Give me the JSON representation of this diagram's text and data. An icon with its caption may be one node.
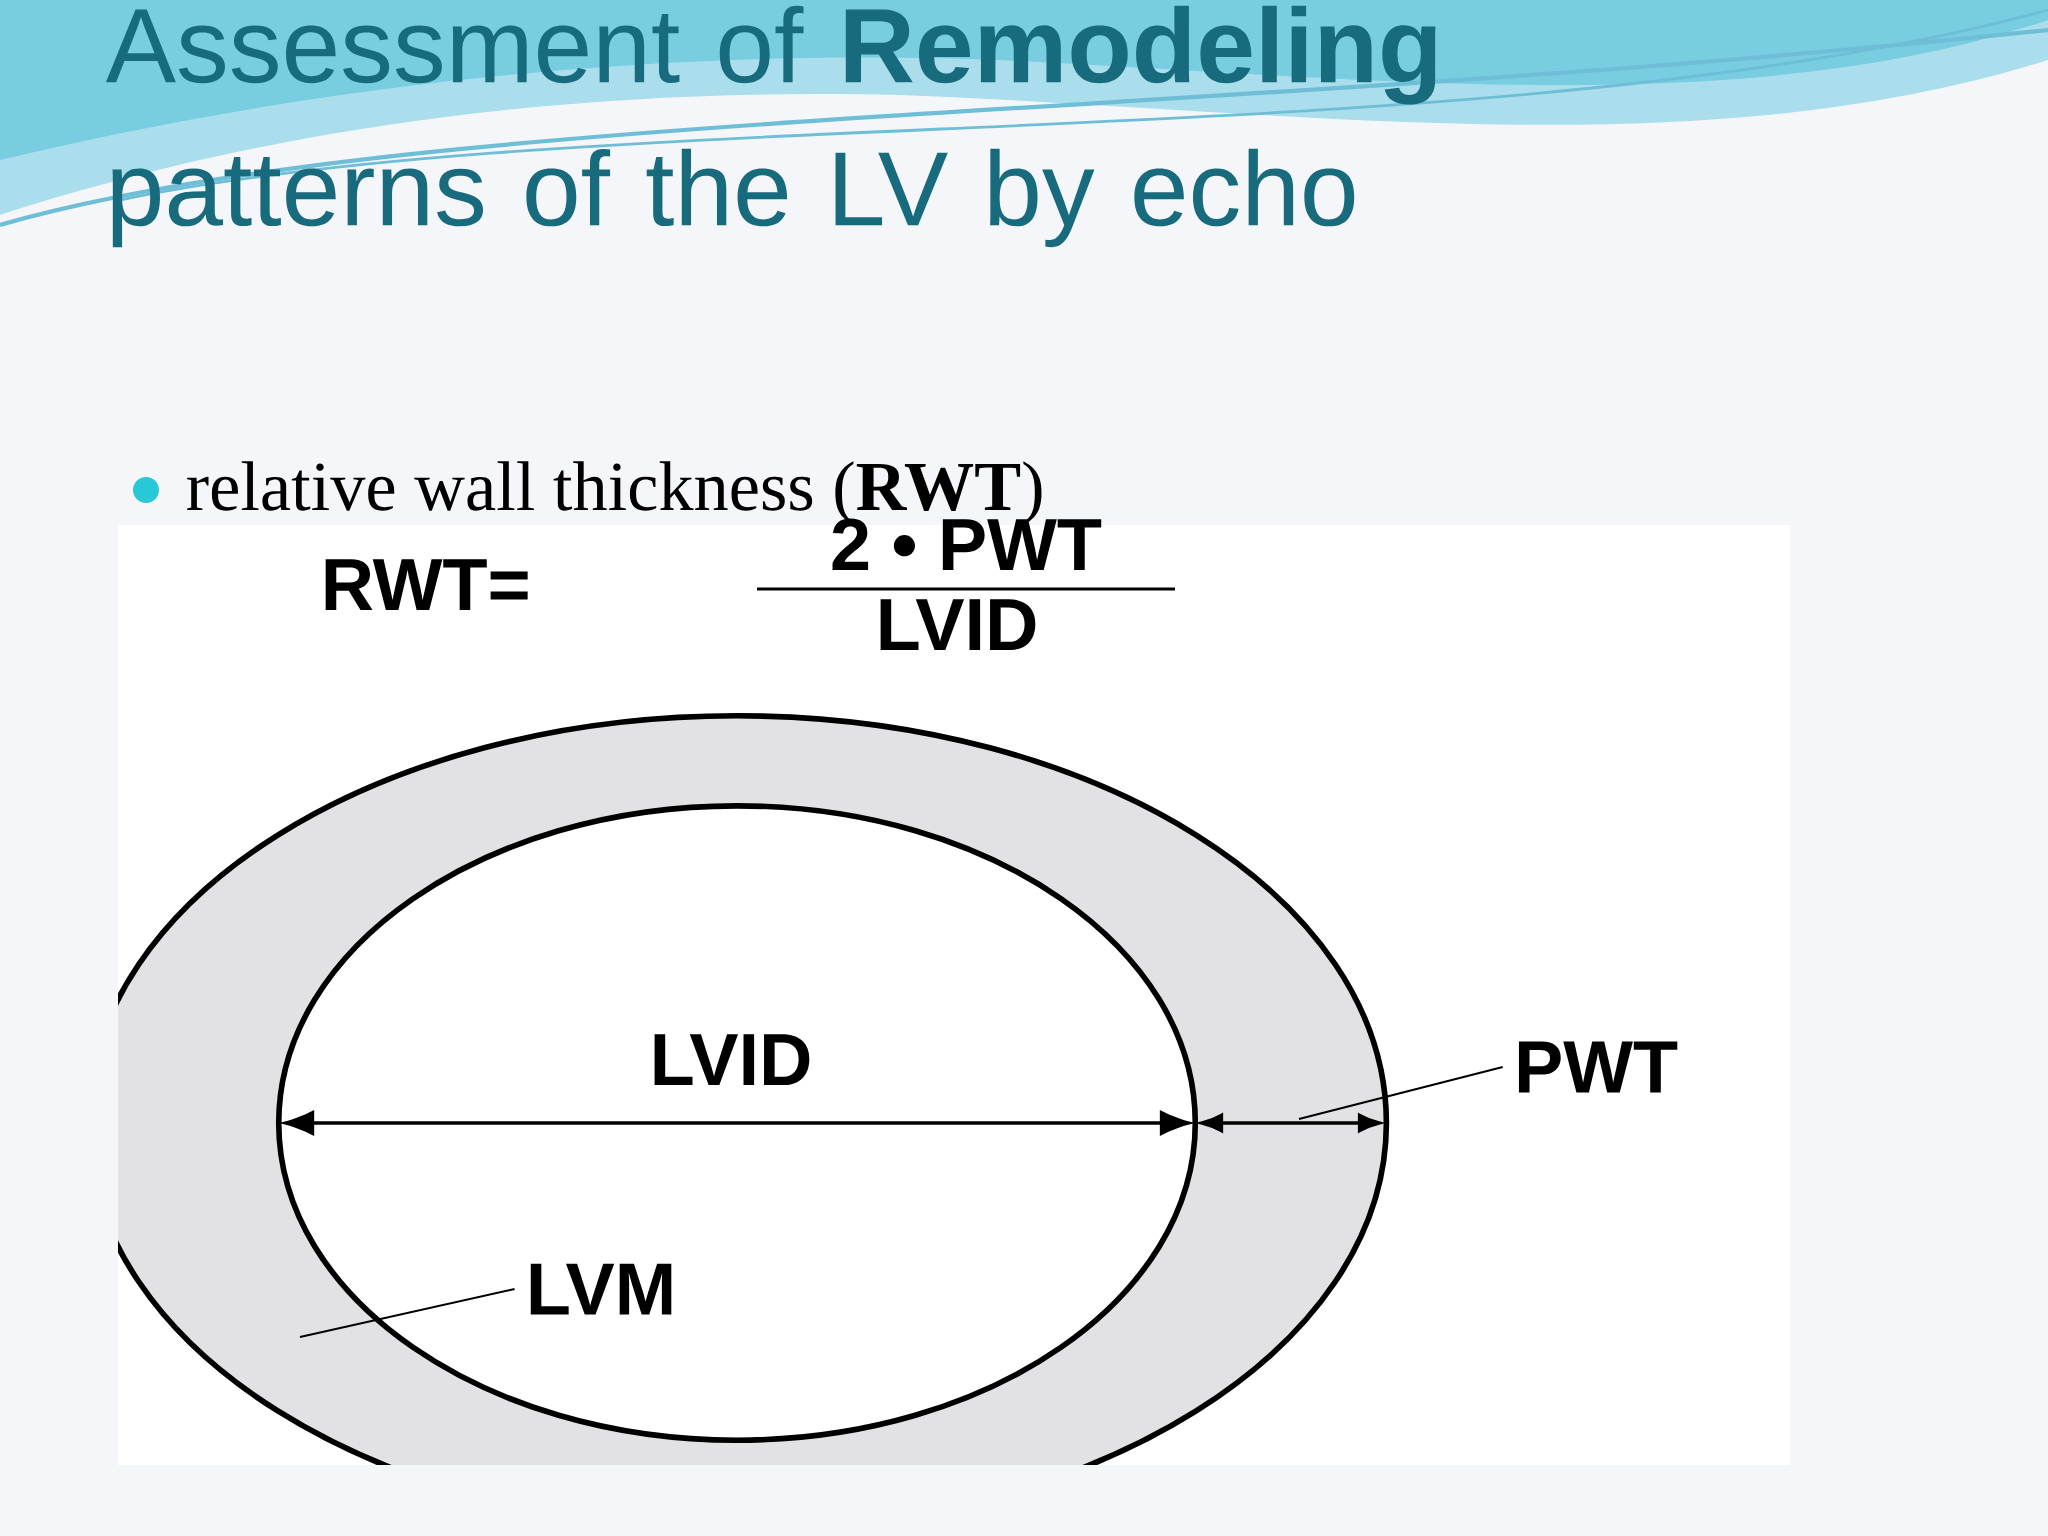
{
  "diagram": {
    "title": "Assessment of **Remodeling** patterns of the LV by echo",
    "nodes": [
      {
        "text": [],
        "shape": "circle"
      },
      {
        "text": [
          "PWT"
        ]
      },
      {
        "text": [
          "LVM"
        ],
        "in": 0
      }
    ],
    "edges": [
      {
        "from": 1,
        "to": 0,
        "arrow": "none"
      },
      {
        "from": 2,
        "to": 0,
        "arrow": "none"
      }
    ],
    "labels": [
      "relative wall thickness (**RWT**)",
      "RWT=",
      "2 • PWT",
      "LVID",
      "LVID"
    ]
  }
}
